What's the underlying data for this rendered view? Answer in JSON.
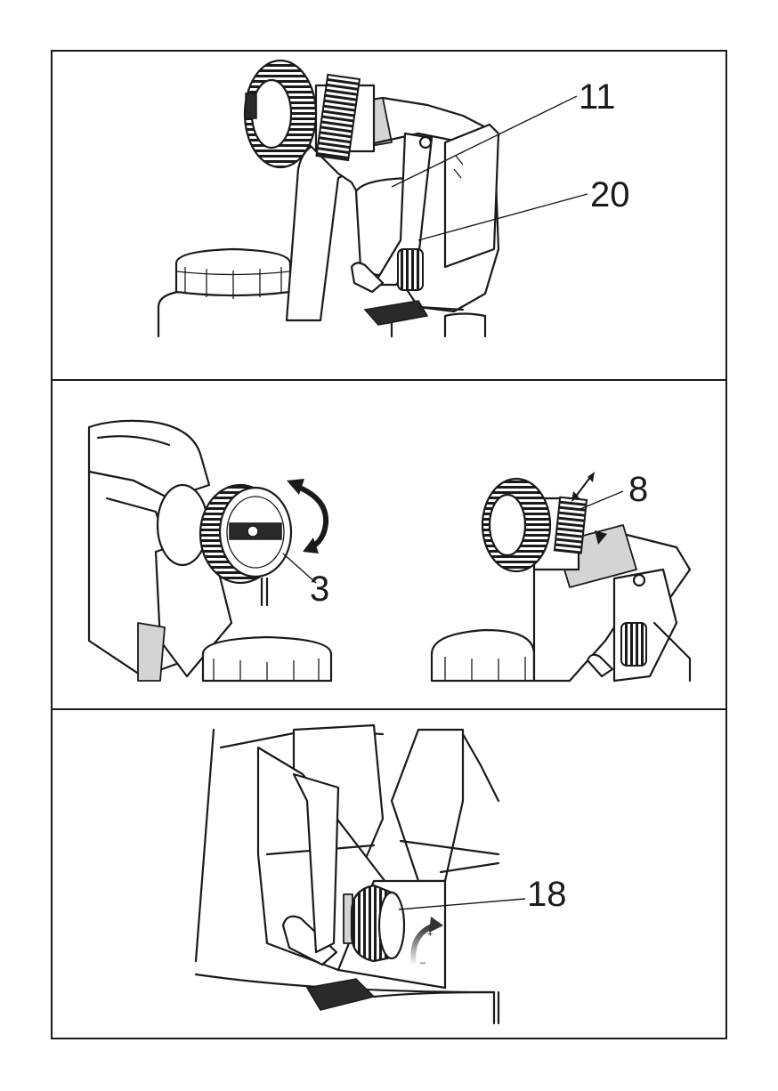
{
  "panels": [
    {
      "id": "top",
      "callouts": [
        {
          "label": "11"
        },
        {
          "label": "20"
        }
      ]
    },
    {
      "id": "middle",
      "callouts": [
        {
          "label": "3"
        },
        {
          "label": "8"
        }
      ]
    },
    {
      "id": "bottom",
      "callouts": [
        {
          "label": "18"
        }
      ],
      "dial_marks": {
        "plus": "+",
        "minus": "–"
      }
    }
  ],
  "colors": {
    "line": "#1a1a1a",
    "fill_light": "#d4d4d4",
    "fill_dark": "#2a2a2a",
    "background": "#ffffff"
  }
}
